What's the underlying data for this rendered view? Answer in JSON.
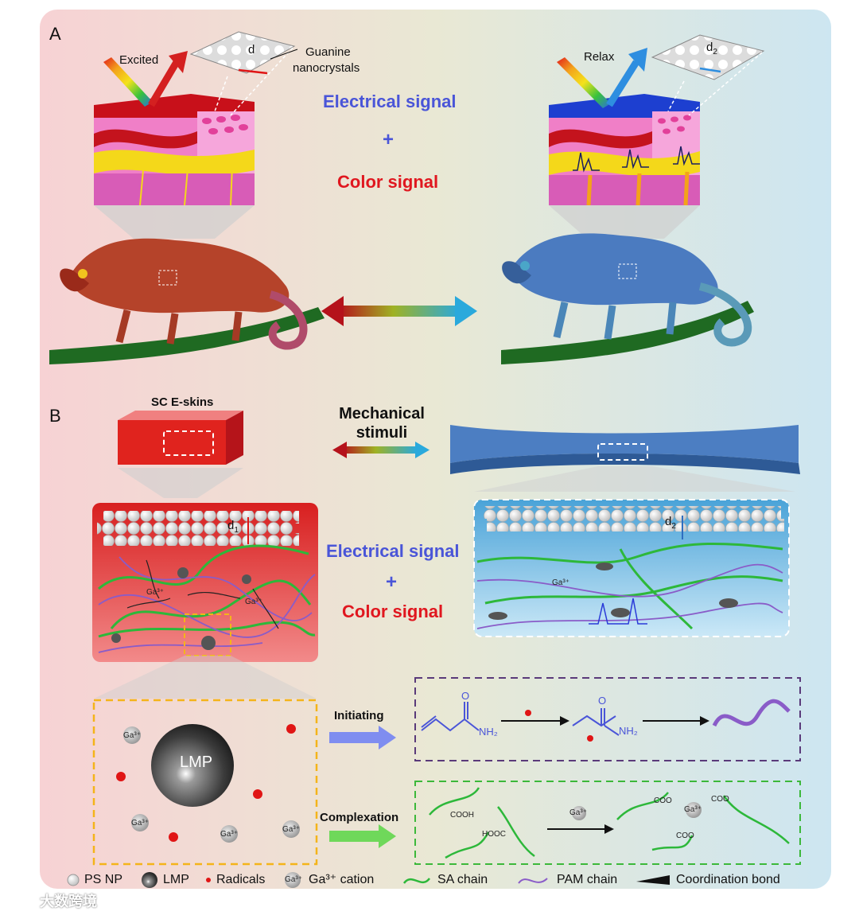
{
  "panel_a": {
    "letter": "A",
    "excited": "Excited",
    "relax": "Relax",
    "guanine": [
      "Guanine",
      "nanocrystals"
    ],
    "d_left": "d",
    "d_right_base": "d",
    "d_right_sub": "2",
    "electrical_signal": "Electrical signal",
    "plus": "+",
    "color_signal": "Color signal"
  },
  "panel_b": {
    "letter": "B",
    "sc_eskins": "SC E-skins",
    "mechanical": [
      "Mechanical",
      "stimuli"
    ],
    "d1_base": "d",
    "d1_sub": "1",
    "d2_base": "d",
    "d2_sub": "2",
    "electrical_signal": "Electrical signal",
    "plus": "+",
    "color_signal": "Color signal",
    "ga_label": "Ga³⁺",
    "lmp": "LMP",
    "initiating": "Initiating",
    "complexation": "Complexation",
    "nh2": "NH₂",
    "o": "O",
    "cooh": "COOH",
    "hooc": "HOOC",
    "coo": "COO"
  },
  "legend": {
    "ps_np": "PS NP",
    "lmp": "LMP",
    "radicals": "Radicals",
    "ga_icon": "Ga³⁺",
    "ga_cation": "Ga³⁺ cation",
    "sa_chain": "SA chain",
    "pam_chain": "PAM chain",
    "coordination": "Coordination bond"
  },
  "watermark": "大数跨境",
  "colors": {
    "red": "#e0171f",
    "blue": "#4a55d8",
    "sa_green": "#2db83a",
    "pam_purple": "#8a5cc8"
  }
}
